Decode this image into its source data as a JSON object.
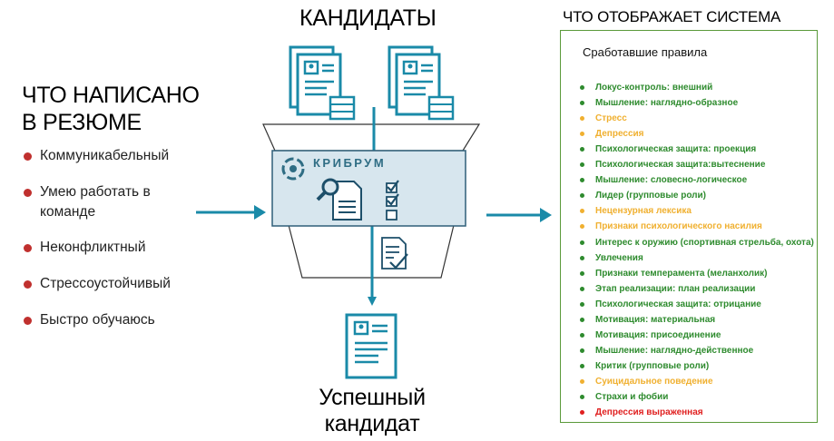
{
  "left": {
    "title_lines": [
      "ЧТО НАПИСАНО",
      "В РЕЗЮМЕ"
    ],
    "bullets": [
      "Коммуникабельный",
      "Умею работать в команде",
      "Неконфликтный",
      "Стрессоустойчивый",
      "Быстро обучаюсь"
    ],
    "bullet_color": "#c0302e"
  },
  "center": {
    "title": "КАНДИДАТЫ",
    "brand": "КРИБРУМ",
    "result_lines": [
      "Успешный",
      "кандидат"
    ],
    "icons": [
      "document-icon",
      "magnifier-icon",
      "checklist-icon",
      "signed-document-icon"
    ],
    "accent_color": "#1a8aa8"
  },
  "right": {
    "title": "ЧТО ОТОБРАЖАЕТ СИСТЕМА",
    "panel_header": "Сработавшие правила",
    "rules": [
      {
        "text": "Локус-контроль: внешний",
        "color": "#2e8b2e"
      },
      {
        "text": "Мышление: наглядно-образное",
        "color": "#2e8b2e"
      },
      {
        "text": "Стресс",
        "color": "#f0b030"
      },
      {
        "text": "Депрессия",
        "color": "#f0b030"
      },
      {
        "text": "Психологическая защита: проекция",
        "color": "#2e8b2e"
      },
      {
        "text": "Психологическая защита:вытеснение",
        "color": "#2e8b2e"
      },
      {
        "text": "Мышление: словесно-логическое",
        "color": "#2e8b2e"
      },
      {
        "text": "Лидер (групповые роли)",
        "color": "#2e8b2e"
      },
      {
        "text": "Нецензурная лексика",
        "color": "#f0b030"
      },
      {
        "text": "Признаки психологического насилия",
        "color": "#f0b030"
      },
      {
        "text": "Интерес к оружию (спортивная стрельба, охота)",
        "color": "#2e8b2e"
      },
      {
        "text": "Увлечения",
        "color": "#2e8b2e"
      },
      {
        "text": "Признаки темперамента (меланхолик)",
        "color": "#2e8b2e"
      },
      {
        "text": "Этап реализации: план реализации",
        "color": "#2e8b2e"
      },
      {
        "text": "Психологическая защита: отрицание",
        "color": "#2e8b2e"
      },
      {
        "text": "Мотивация: материальная",
        "color": "#2e8b2e"
      },
      {
        "text": "Мотивация: присоединение",
        "color": "#2e8b2e"
      },
      {
        "text": "Мышление: наглядно-действенное",
        "color": "#2e8b2e"
      },
      {
        "text": "Критик (групповые роли)",
        "color": "#2e8b2e"
      },
      {
        "text": "Суицидальное поведение",
        "color": "#f0b030"
      },
      {
        "text": "Страхи и фобии",
        "color": "#2e8b2e"
      },
      {
        "text": "Депрессия выраженная",
        "color": "#e02020"
      }
    ]
  }
}
